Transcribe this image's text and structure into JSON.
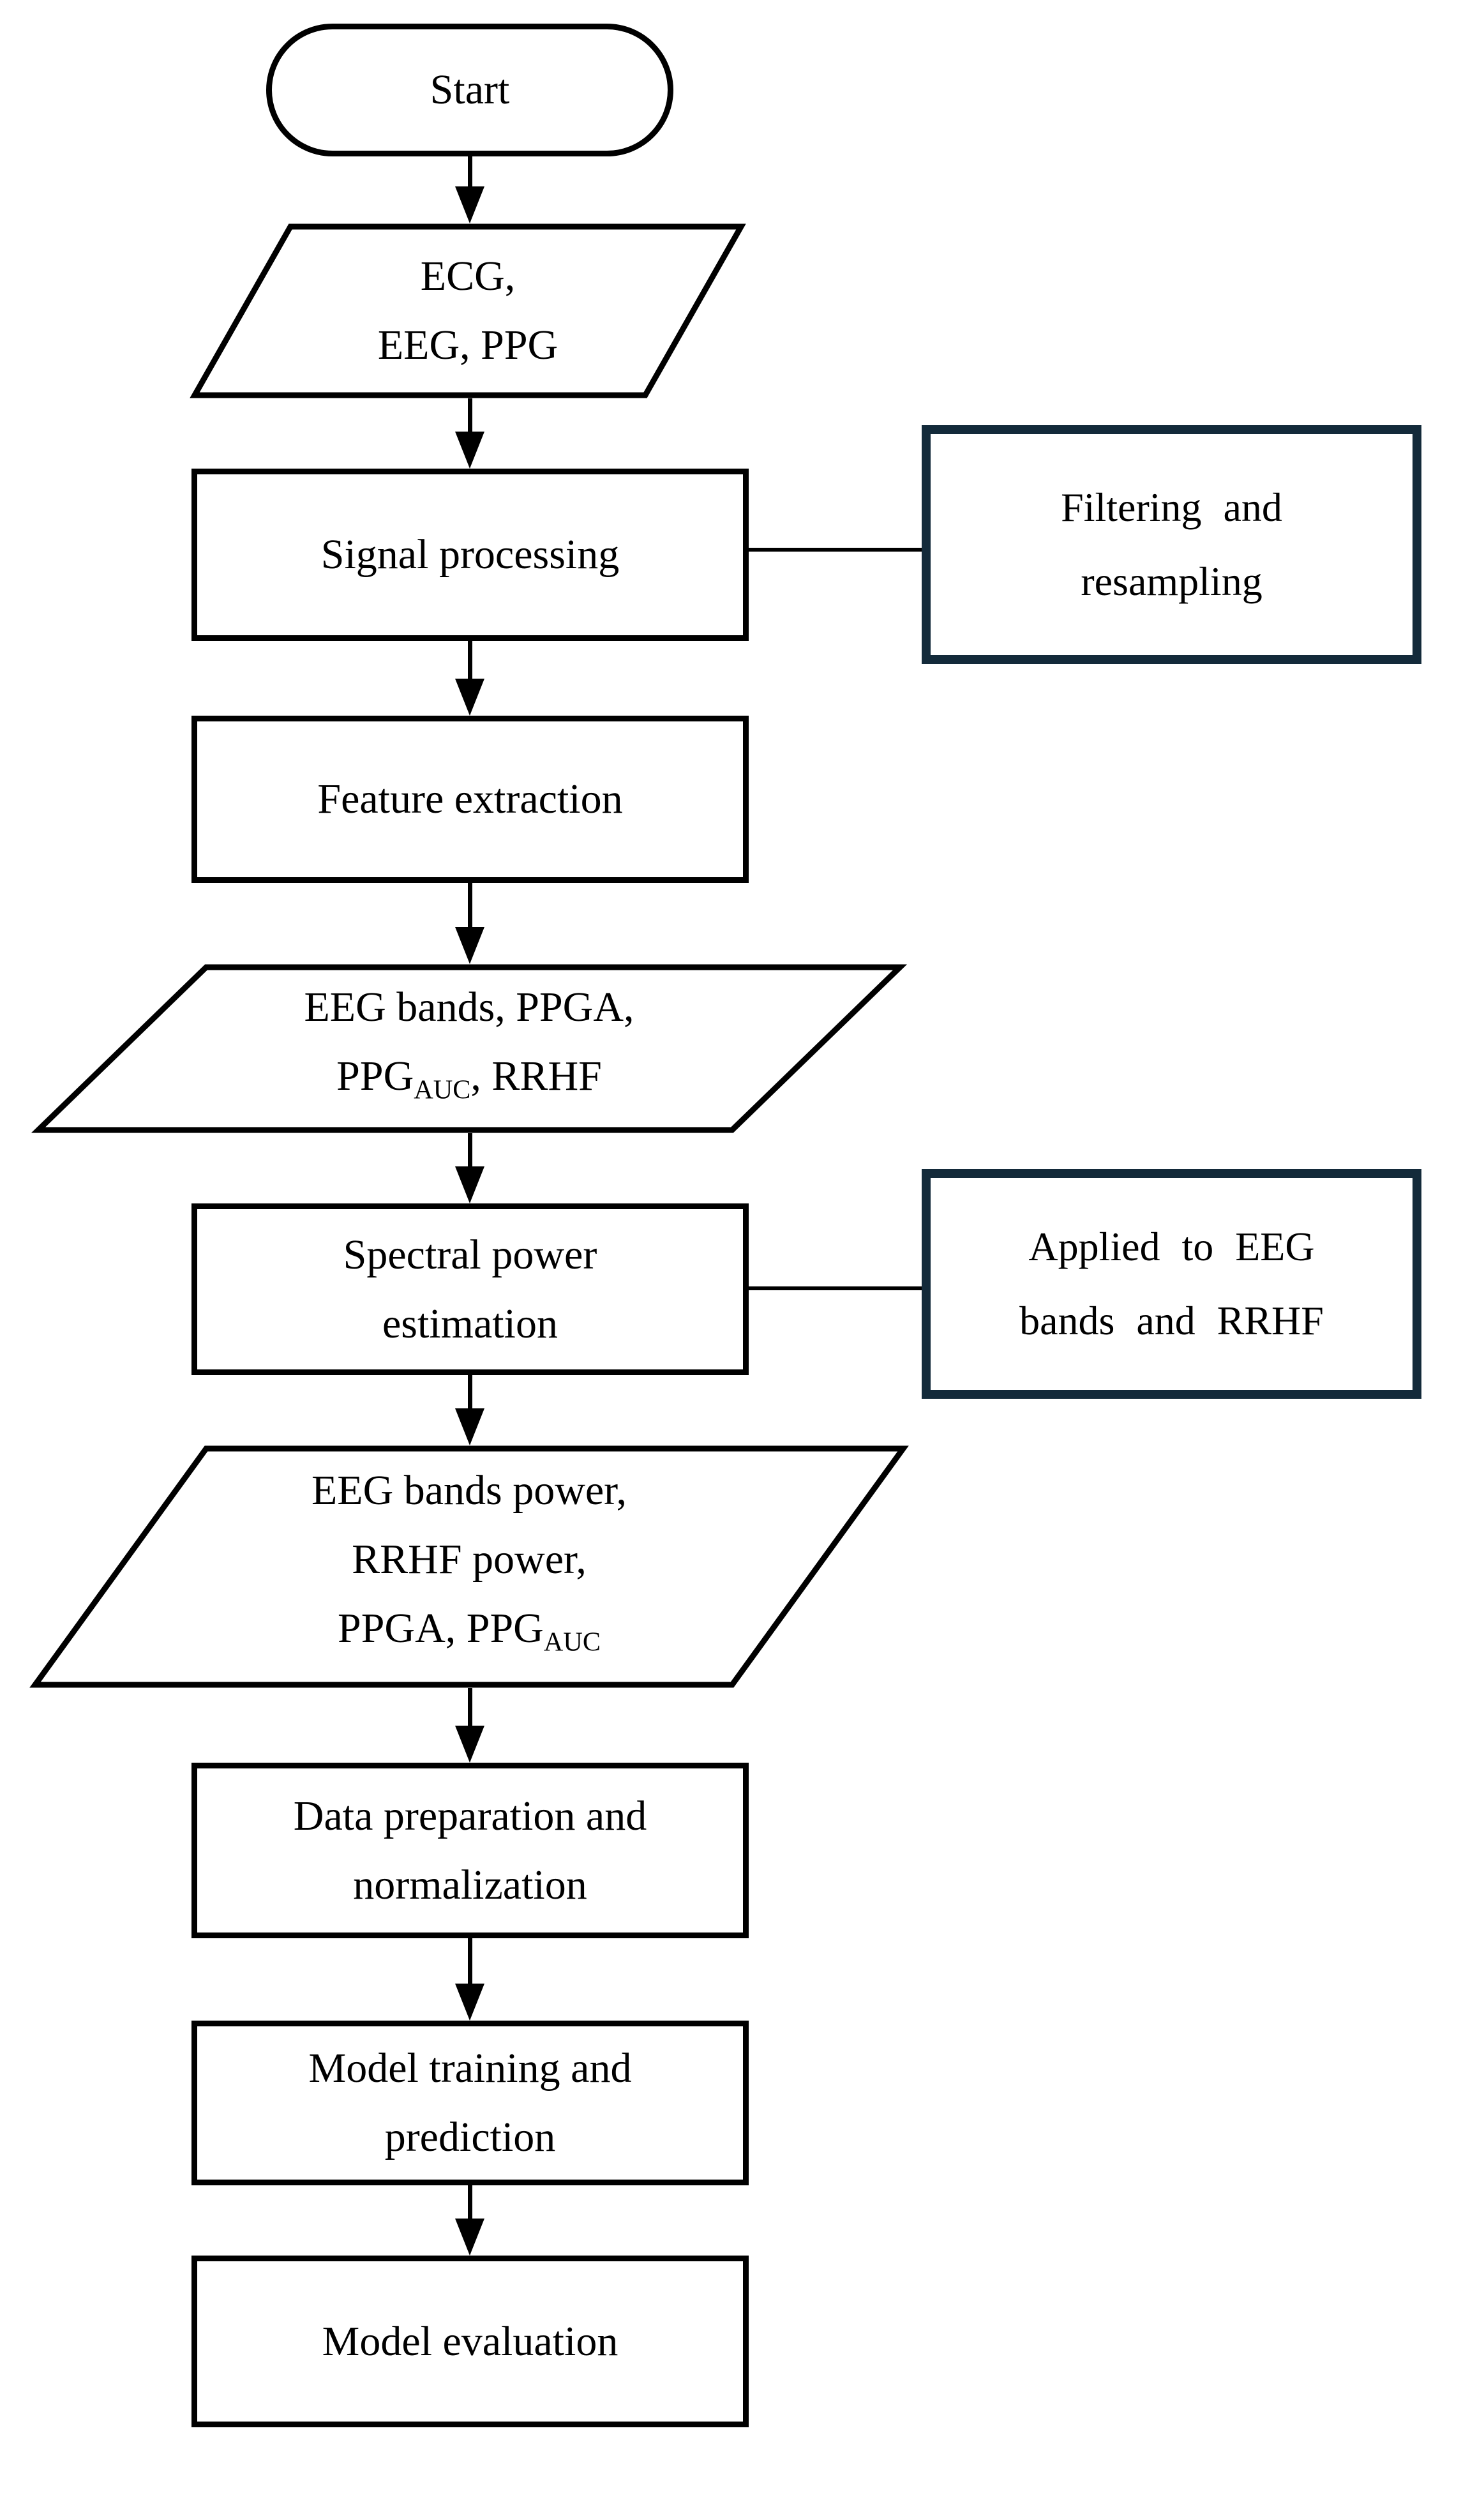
{
  "figure": {
    "type": "flowchart",
    "colors": {
      "shape_border": "#000000",
      "shape_fill": "#ffffff",
      "annotation_border": "#132a3a",
      "arrow": "#000000",
      "text": "#000000",
      "background": "#ffffff"
    },
    "nodes": {
      "start": {
        "shape": "terminator",
        "lines": [
          [
            {
              "t": "Start"
            }
          ]
        ]
      },
      "signals_input": {
        "shape": "data-parallelogram",
        "lines": [
          [
            {
              "t": "ECG,"
            }
          ],
          [
            {
              "t": "EEG, PPG"
            }
          ]
        ]
      },
      "signal_processing": {
        "shape": "process",
        "lines": [
          [
            {
              "t": "Signal processing"
            }
          ]
        ]
      },
      "filtering_note": {
        "shape": "annotation",
        "lines": [
          [
            {
              "t": "Filtering and"
            }
          ],
          [
            {
              "t": "resampling"
            }
          ]
        ]
      },
      "feature_extraction": {
        "shape": "process",
        "lines": [
          [
            {
              "t": "Feature extraction"
            }
          ]
        ]
      },
      "features_output": {
        "shape": "data-parallelogram",
        "lines": [
          [
            {
              "t": "EEG bands, PPGA,"
            }
          ],
          [
            {
              "t": "PPG"
            },
            {
              "sub": "AUC"
            },
            {
              "t": ", RRHF"
            }
          ]
        ]
      },
      "spectral_power": {
        "shape": "process",
        "lines": [
          [
            {
              "t": "Spectral power"
            }
          ],
          [
            {
              "t": "estimation"
            }
          ]
        ]
      },
      "applied_note": {
        "shape": "annotation",
        "lines": [
          [
            {
              "t": "Applied to EEG"
            }
          ],
          [
            {
              "t": "bands and RRHF"
            }
          ]
        ]
      },
      "power_output": {
        "shape": "data-parallelogram",
        "lines": [
          [
            {
              "t": "EEG bands power,"
            }
          ],
          [
            {
              "t": "RRHF power,"
            }
          ],
          [
            {
              "t": "PPGA, PPG"
            },
            {
              "sub": "AUC"
            }
          ]
        ]
      },
      "data_preparation": {
        "shape": "process",
        "lines": [
          [
            {
              "t": "Data preparation and"
            }
          ],
          [
            {
              "t": "normalization"
            }
          ]
        ]
      },
      "model_training": {
        "shape": "process",
        "lines": [
          [
            {
              "t": "Model training and"
            }
          ],
          [
            {
              "t": "prediction"
            }
          ]
        ]
      },
      "model_evaluation": {
        "shape": "process",
        "lines": [
          [
            {
              "t": "Model evaluation"
            }
          ]
        ]
      }
    }
  }
}
